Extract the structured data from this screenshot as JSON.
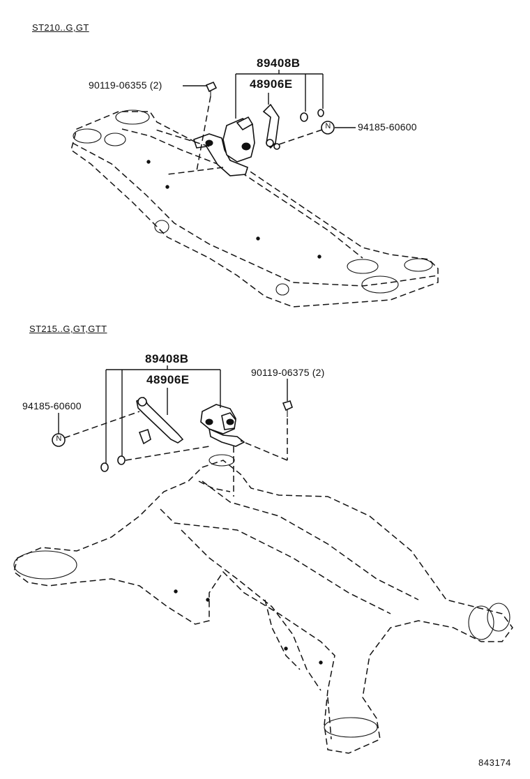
{
  "diagram": {
    "section_top": {
      "model_label": "ST210..G,GT",
      "part_numbers": {
        "assembly": "89408B",
        "link": "48906E",
        "bolt": "90119-06355 (2)",
        "nut": "94185-60600"
      },
      "nut_symbol": "N"
    },
    "section_bottom": {
      "model_label": "ST215..G,GT,GTT",
      "part_numbers": {
        "assembly": "89408B",
        "link": "48906E",
        "bolt": "90119-06375 (2)",
        "nut": "94185-60600"
      },
      "nut_symbol": "N"
    },
    "figure_number": "843174"
  }
}
